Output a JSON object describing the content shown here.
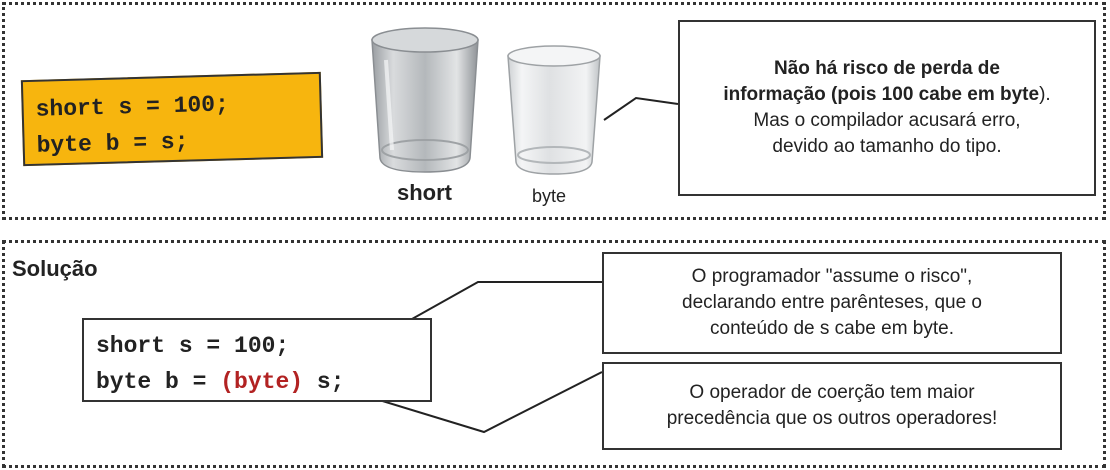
{
  "top": {
    "code_lines": [
      "short s = 100;",
      "byte b = s;"
    ],
    "glass_labels": {
      "short": "short",
      "byte": "byte"
    },
    "callout": {
      "line1_bold": "Não há risco de perda de",
      "line2_bold": "informação (pois 100 cabe em byte",
      "line2_tail": ").",
      "line3": "Mas o compilador acusará erro,",
      "line4": "devido ao tamanho do tipo."
    }
  },
  "bottom": {
    "title": "Solução",
    "code_line1": "short s = 100;",
    "code_line2_prefix": "byte b = ",
    "code_line2_cast": "(byte)",
    "code_line2_suffix": " s;",
    "callout_cast": [
      "O programador \"assume o risco\",",
      "declarando entre parênteses, que o",
      "conteúdo de s cabe em byte."
    ],
    "callout_precedence": [
      "O operador de coerção tem maior",
      "precedência que os outros operadores!"
    ]
  },
  "colors": {
    "code_highlight_bg": "#f7b50e",
    "cast_text": "#b22222"
  }
}
